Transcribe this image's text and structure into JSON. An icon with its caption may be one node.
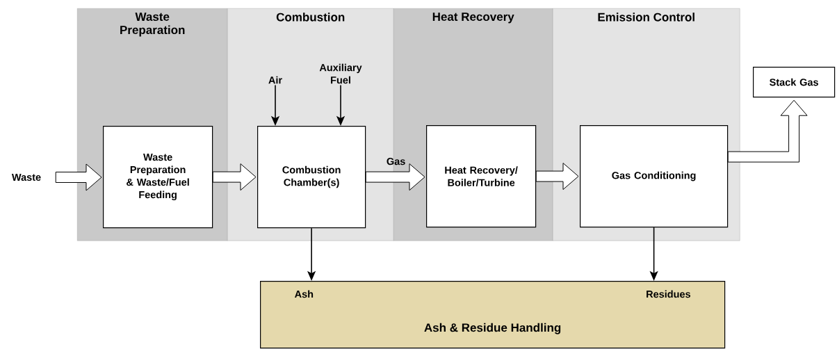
{
  "diagram": {
    "nodes": [
      {
        "text": [
          "Waste Preparation"
        ]
      },
      {
        "text": [
          "Combustion"
        ]
      },
      {
        "text": [
          "Heat Recovery"
        ]
      },
      {
        "text": [
          "Emission Control"
        ]
      },
      {
        "text": [
          "Waste Preparation & Waste/Fuel Feeding"
        ],
        "in": 0
      },
      {
        "text": [
          "Combustion Chamber(s)"
        ],
        "in": 1
      },
      {
        "text": [
          "Heat Recovery/ Boiler/Turbine"
        ],
        "in": 2
      },
      {
        "text": [
          "Gas Conditioning"
        ],
        "in": 3
      },
      {
        "text": [
          "Stack Gas"
        ]
      },
      {
        "text": [
          "Ash",
          "Residues",
          "Ash & Residue Handling"
        ]
      },
      {
        "text": [
          "Waste"
        ]
      },
      {
        "text": [
          "Air"
        ],
        "in": 1
      },
      {
        "text": [
          "Auxiliary Fuel"
        ],
        "in": 1
      }
    ],
    "edges": [
      {
        "from": 10,
        "to": 4,
        "arrow": "to",
        "style": "thick"
      },
      {
        "from": 4,
        "to": 5,
        "arrow": "to",
        "style": "thick"
      },
      {
        "from": 5,
        "to": 6,
        "arrow": "to",
        "style": "thick",
        "label": "Gas"
      },
      {
        "from": 6,
        "to": 7,
        "arrow": "to",
        "style": "thick"
      },
      {
        "from": 7,
        "to": 8,
        "arrow": "to",
        "style": "thick"
      },
      {
        "from": 11,
        "to": 5,
        "arrow": "to"
      },
      {
        "from": 12,
        "to": 5,
        "arrow": "to"
      },
      {
        "from": 5,
        "to": 9,
        "arrow": "to"
      },
      {
        "from": 7,
        "to": 9,
        "arrow": "to"
      }
    ]
  }
}
